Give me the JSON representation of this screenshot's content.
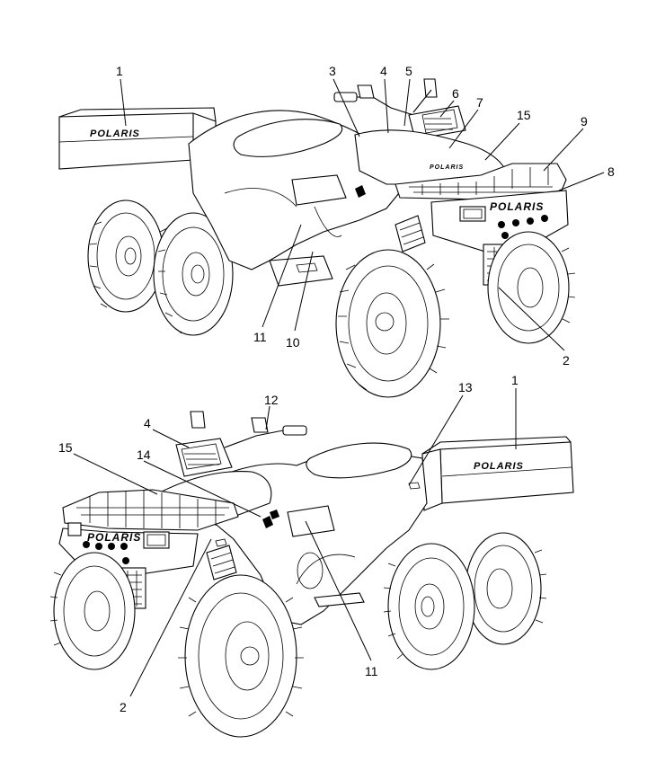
{
  "diagram": {
    "callouts": {
      "top_1": "1",
      "top_3": "3",
      "top_4": "4",
      "top_5": "5",
      "top_6": "6",
      "top_7": "7",
      "top_15": "15",
      "top_9": "9",
      "top_8": "8",
      "top_11": "11",
      "top_10": "10",
      "top_2": "2",
      "bot_12": "12",
      "bot_13": "13",
      "bot_1": "1",
      "bot_4": "4",
      "bot_15": "15",
      "bot_14": "14",
      "bot_11": "11",
      "bot_2": "2"
    },
    "decal_text": {
      "top_cargo_box": "POLARIS",
      "top_front_panel": "POLARIS",
      "top_hood": "POLARIS",
      "bottom_cargo_box": "POLARIS",
      "bottom_front_panel": "POLARIS"
    }
  }
}
